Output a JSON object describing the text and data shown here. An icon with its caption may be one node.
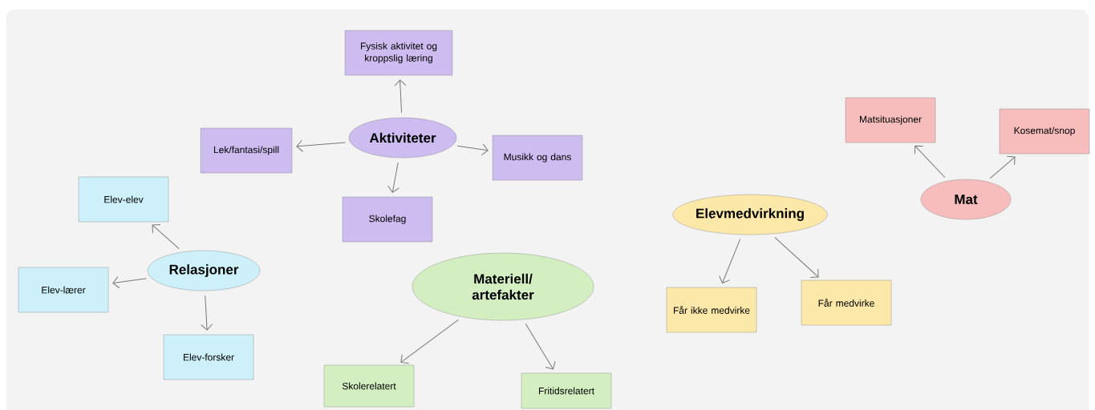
{
  "diagram": {
    "nodes": [
      {
        "text": [
          "Aktiviteter"
        ]
      },
      {
        "text": [
          "Fysisk aktivitet og kroppslig læring"
        ]
      },
      {
        "text": [
          "Lek/fantasi/spill"
        ]
      },
      {
        "text": [
          "Musikk og dans"
        ]
      },
      {
        "text": [
          "Skolefag"
        ]
      },
      {
        "text": [
          "Relasjoner"
        ]
      },
      {
        "text": [
          "Elev-elev"
        ]
      },
      {
        "text": [
          "Elev-lærer"
        ]
      },
      {
        "text": [
          "Elev-forsker"
        ]
      },
      {
        "text": [
          "Materiell/ artefakter"
        ]
      },
      {
        "text": [
          "Skolerelatert"
        ]
      },
      {
        "text": [
          "Fritidsrelatert"
        ]
      },
      {
        "text": [
          "Elevmedvirkning"
        ]
      },
      {
        "text": [
          "Får ikke medvirke"
        ]
      },
      {
        "text": [
          "Får medvirke"
        ]
      },
      {
        "text": [
          "Mat"
        ]
      },
      {
        "text": [
          "Matsituasjoner"
        ]
      },
      {
        "text": [
          "Kosemat/snop"
        ]
      }
    ],
    "edges": [
      {
        "from": 0,
        "to": 1,
        "arrow": "to"
      },
      {
        "from": 0,
        "to": 2,
        "arrow": "to"
      },
      {
        "from": 0,
        "to": 3,
        "arrow": "to"
      },
      {
        "from": 0,
        "to": 4,
        "arrow": "to"
      },
      {
        "from": 5,
        "to": 6,
        "arrow": "to"
      },
      {
        "from": 5,
        "to": 7,
        "arrow": "to"
      },
      {
        "from": 5,
        "to": 8,
        "arrow": "to"
      },
      {
        "from": 9,
        "to": 10,
        "arrow": "to"
      },
      {
        "from": 9,
        "to": 11,
        "arrow": "to"
      },
      {
        "from": 12,
        "to": 13,
        "arrow": "to"
      },
      {
        "from": 12,
        "to": 14,
        "arrow": "to"
      },
      {
        "from": 15,
        "to": 16,
        "arrow": "to"
      },
      {
        "from": 15,
        "to": 17,
        "arrow": "to"
      }
    ]
  }
}
